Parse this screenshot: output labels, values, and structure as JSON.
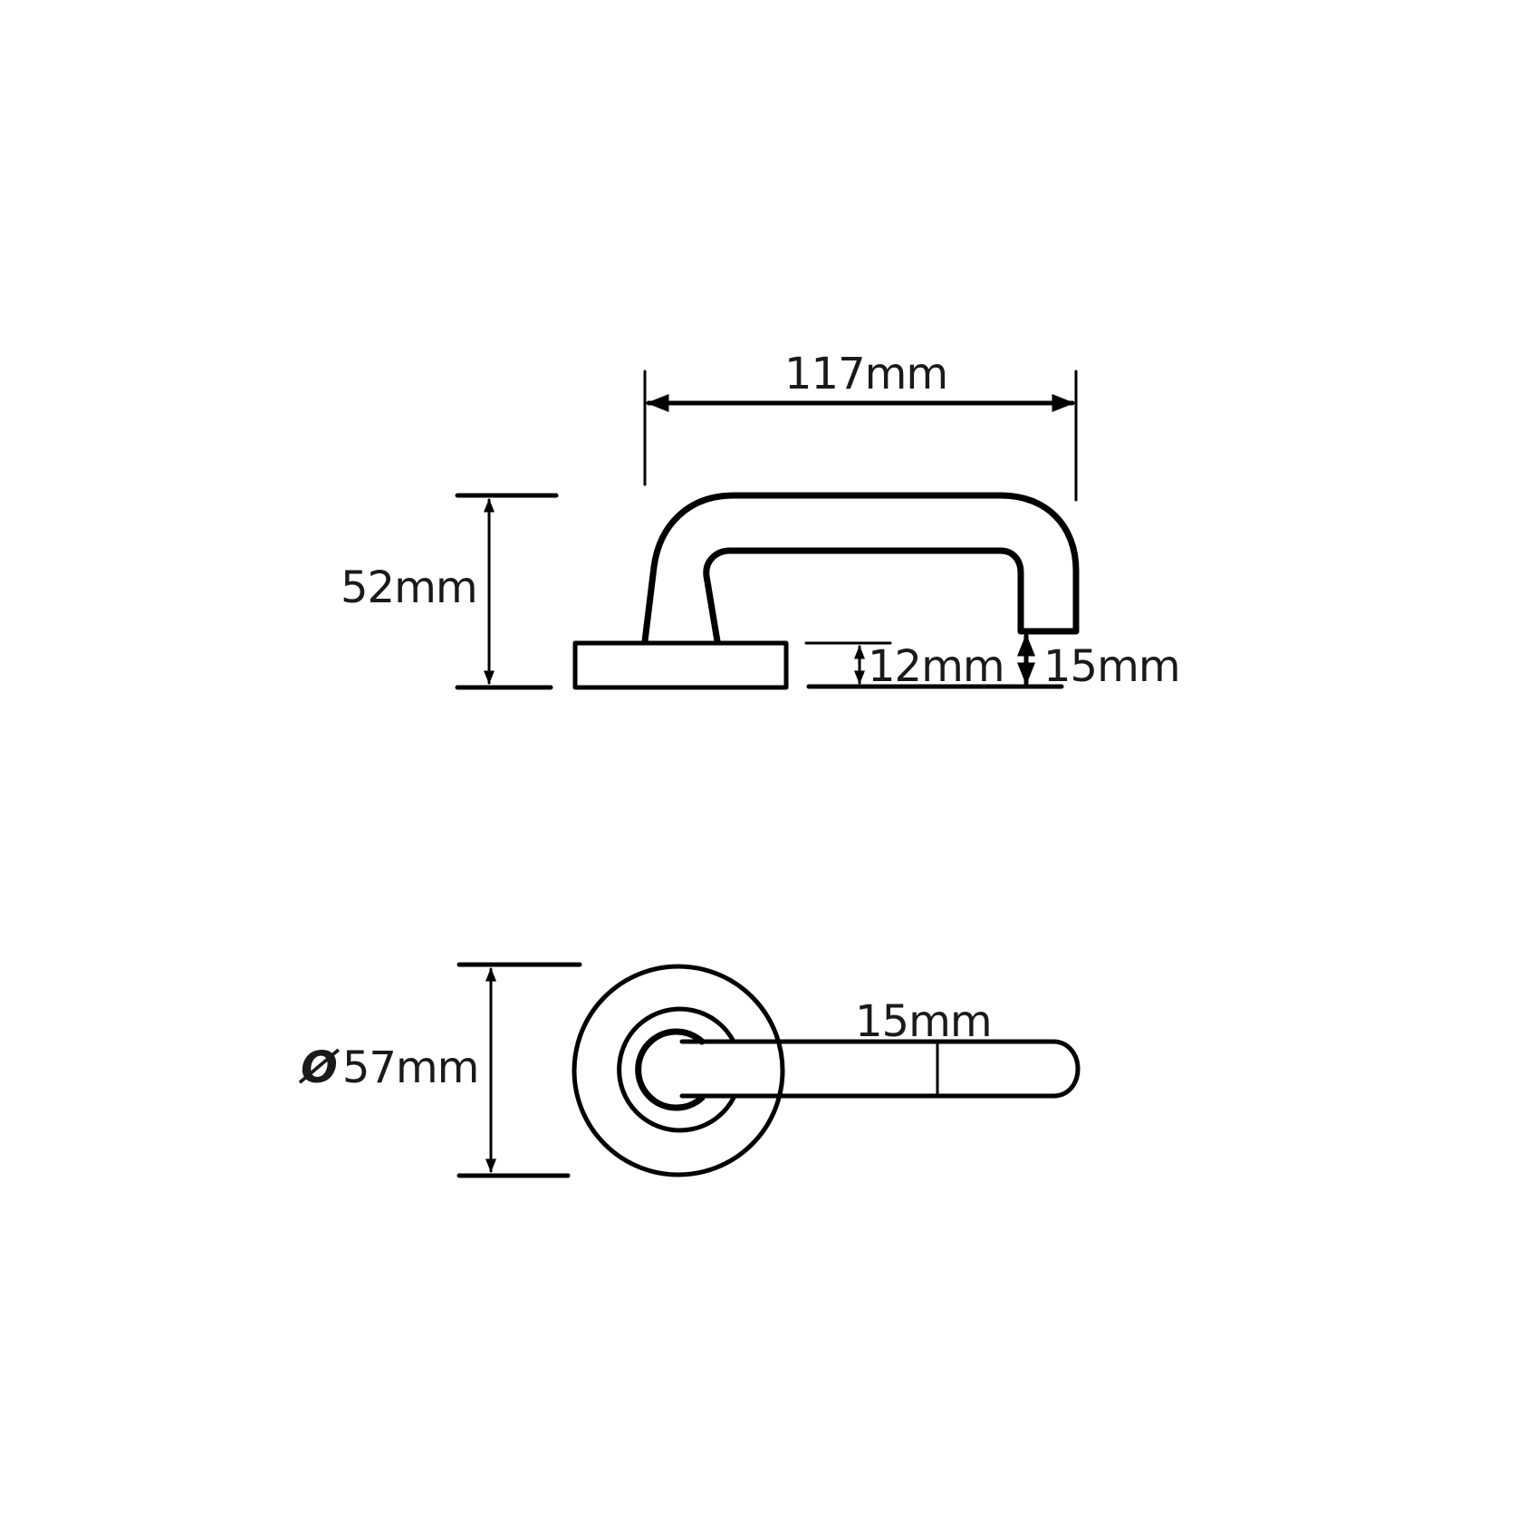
{
  "drawing": {
    "title": "Lever handle on round rose — technical dimension drawing",
    "side_view": {
      "dimensions": {
        "overall_length": "117mm",
        "overall_height": "52mm",
        "rose_thickness": "12mm",
        "lever_clearance": "15mm"
      }
    },
    "front_view": {
      "dimensions": {
        "rose_diameter_symbol": "Ø",
        "rose_diameter": "57mm",
        "lever_width": "15mm"
      }
    },
    "colors": {
      "line": "#000000",
      "text": "#1a1a1a",
      "background": "#ffffff"
    }
  }
}
